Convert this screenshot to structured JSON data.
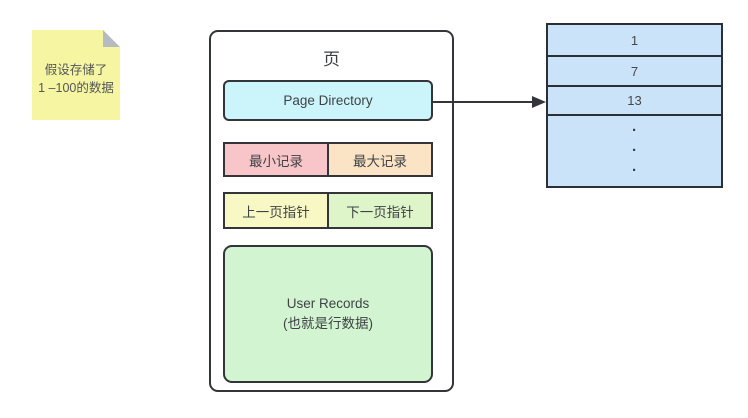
{
  "note": {
    "line1": "假设存储了",
    "line2": "1 –100的数据"
  },
  "page": {
    "title": "页",
    "page_directory": "Page Directory",
    "min_record": "最小记录",
    "max_record": "最大记录",
    "prev_pointer": "上一页指针",
    "next_pointer": "下一页指针",
    "user_records_line1": "User Records",
    "user_records_line2": "(也就是行数据)"
  },
  "directory_table": {
    "rows": [
      "1",
      "7",
      "13"
    ],
    "ellipsis": [
      "·",
      "·",
      "·"
    ]
  },
  "colors": {
    "note_bg": "#f5f5a2",
    "note_fold": "#b5bbc1",
    "page_directory_bg": "#cbf5fa",
    "min_record_bg": "#f8c5c8",
    "max_record_bg": "#fbe4c6",
    "prev_pointer_bg": "#f8f8c5",
    "next_pointer_bg": "#def5c9",
    "user_records_bg": "#d2f4d0",
    "table_row_bg": "#cbe3f9",
    "border": "#33353a"
  }
}
